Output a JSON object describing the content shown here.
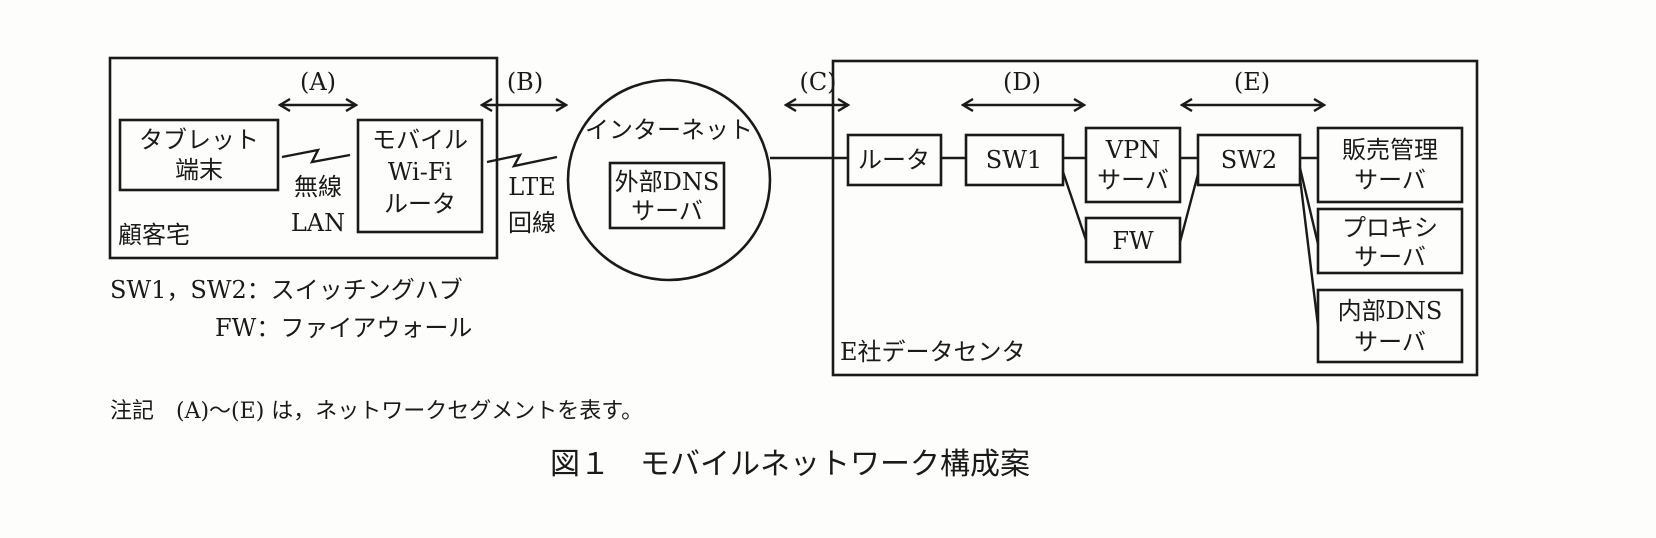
{
  "customer": {
    "area_label": "顧客宅",
    "tablet": [
      "タブレット",
      "端末"
    ],
    "mobile_router": [
      "モバイル",
      "Wi-Fi",
      "ルータ"
    ],
    "wireless_lan": [
      "無線",
      "LAN"
    ]
  },
  "lte": [
    "LTE",
    "回線"
  ],
  "internet": {
    "label": "インターネット",
    "external_dns": [
      "外部DNS",
      "サーバ"
    ]
  },
  "datacenter": {
    "area_label": "E社データセンタ",
    "router": "ルータ",
    "sw1": "SW1",
    "vpn": [
      "VPN",
      "サーバ"
    ],
    "fw": "FW",
    "sw2": "SW2",
    "sales": [
      "販売管理",
      "サーバ"
    ],
    "proxy": [
      "プロキシ",
      "サーバ"
    ],
    "internal_dns": [
      "内部DNS",
      "サーバ"
    ]
  },
  "segments": {
    "a": "(A)",
    "b": "(B)",
    "c": "(C)",
    "d": "(D)",
    "e": "(E)"
  },
  "legend": {
    "sw": "SW1，SW2：スイッチングハブ",
    "fw": "FW：ファイアウォール"
  },
  "note": "注記　(A)～(E) は，ネットワークセグメントを表す。",
  "caption": "図１　モバイルネットワーク構成案"
}
